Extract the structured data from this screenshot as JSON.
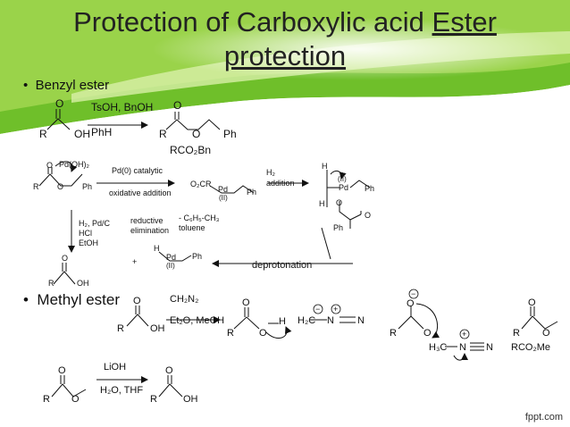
{
  "title_part1": "Protection of Carboxylic acid ",
  "title_part2": "Ester",
  "title_line2": "protection",
  "bullet_benzyl": "Benzyl ester",
  "bullet_methyl": "Methyl ester",
  "labels": {
    "O": "O",
    "R": "R",
    "OH": "OH",
    "Ph": "Ph",
    "H": "H",
    "N": "N",
    "tsoh": "TsOH, BnOH",
    "phh": "PhH",
    "rco2bn": "RCO₂Bn",
    "pdoh2": "Pd(OH)₂",
    "pd0": "Pd(0) catalytic",
    "oxadd": "oxidative addition",
    "o2cr": "O₂CR",
    "pd": "Pd",
    "pdII": "(II)",
    "h2": "H₂",
    "addition": "addition",
    "h2pdc": "H₂, Pd/C",
    "hcl": "HCl",
    "etoh": "EtOH",
    "reductive": "reductive",
    "elimination": "elimination",
    "c6h5ch3": "- C₆H₅-CH₃",
    "toluene": "toluene",
    "plus": "+",
    "deprot": "deprotonation",
    "ch2n2": "CH₂N₂",
    "et2o": "Et₂O, MeOH",
    "h2c": "H₂C",
    "h3c": "H₃C",
    "minus": "−",
    "plussign": "+",
    "rco2me": "RCO₂Me",
    "lioh": "LiOH",
    "h2othf": "H₂O, THF"
  },
  "watermark": "fppt.com"
}
